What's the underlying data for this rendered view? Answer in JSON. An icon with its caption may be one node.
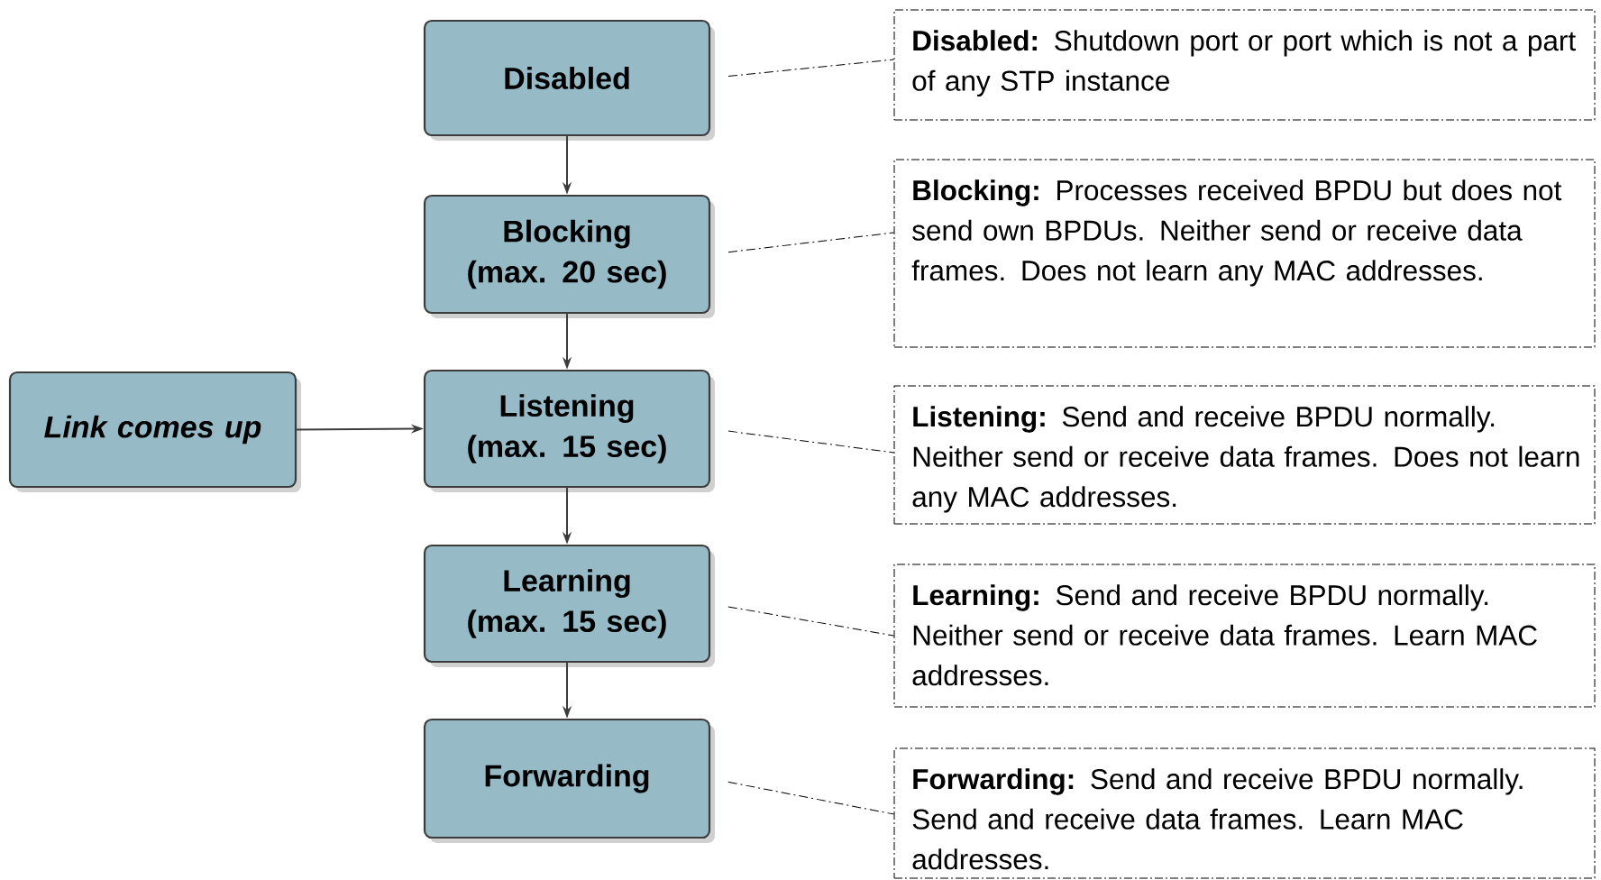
{
  "diagram": {
    "nodes": [
      {
        "text": [
          "Disabled"
        ]
      },
      {
        "text": [
          "Blocking (max. 20 sec)"
        ]
      },
      {
        "text": [
          "Listening (max. 15 sec)"
        ]
      },
      {
        "text": [
          "Learning (max. 15 sec)"
        ]
      },
      {
        "text": [
          "Forwarding"
        ]
      },
      {
        "text": [
          "Link comes up"
        ]
      },
      {
        "text": [
          "**Disabled:** Shutdown port or port which is not a part of any STP instance"
        ]
      },
      {
        "text": [
          "**Blocking:** Processes received BPDU but does not send own BPDUs. Neither send or receive data frames. Does not learn any MAC addresses."
        ]
      },
      {
        "text": [
          "**Listening:** Send and receive BPDU normally. Neither send or receive data frames. Does not learn any MAC addresses."
        ]
      },
      {
        "text": [
          "**Learning:** Send and receive BPDU normally. Neither send or receive data frames. Learn MAC addresses."
        ]
      },
      {
        "text": [
          "**Forwarding:** Send and receive BPDU normally. Send and receive data frames. Learn MAC addresses."
        ]
      }
    ],
    "edges": [
      {
        "from": 0,
        "to": 1,
        "arrow": "to"
      },
      {
        "from": 1,
        "to": 2,
        "arrow": "to"
      },
      {
        "from": 2,
        "to": 3,
        "arrow": "to"
      },
      {
        "from": 3,
        "to": 4,
        "arrow": "to"
      },
      {
        "from": 5,
        "to": 2,
        "arrow": "to"
      },
      {
        "from": 0,
        "to": 6,
        "arrow": "none",
        "style": "dashed"
      },
      {
        "from": 1,
        "to": 7,
        "arrow": "none",
        "style": "dashed"
      },
      {
        "from": 2,
        "to": 8,
        "arrow": "none",
        "style": "dashed"
      },
      {
        "from": 3,
        "to": 9,
        "arrow": "none",
        "style": "dashed"
      },
      {
        "from": 4,
        "to": 10,
        "arrow": "none",
        "style": "dashed"
      }
    ]
  }
}
